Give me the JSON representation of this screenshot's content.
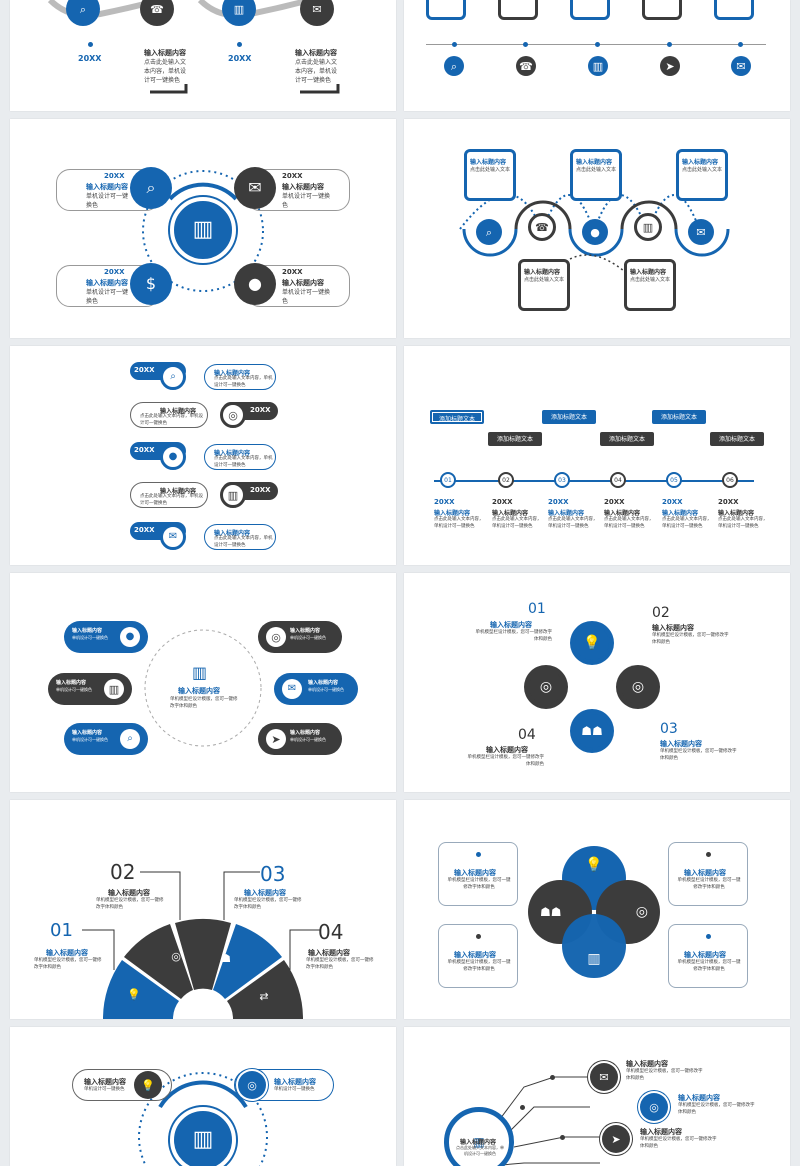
{
  "colors": {
    "accent": "#1565b0",
    "dark": "#3c3c3c",
    "background": "#e9ecef"
  },
  "text": {
    "year": "20XX",
    "title": "输入标题内容",
    "body_a": "点击此处输入文本内容，单机设计可一键换色",
    "body_b": "点击此处输入文本",
    "body_c": "单机设计可一键换色",
    "body_d": "单机模型栏设计模版，您可一键修改字体和颜色",
    "body_e": "单机模型栏设计模板，您可一键修改字体和颜色",
    "body_f": "单机模型栏设计模板，",
    "body_g": "您可一键修改字体和颜色",
    "body_h": "点击此处输入文本内容，单机设计可一键换色",
    "tag": "添加标题文本"
  },
  "numbers": {
    "n01": "01",
    "n02": "02",
    "n03": "03",
    "n04": "04",
    "n05": "05",
    "n06": "06"
  },
  "icons": {
    "search": "search-icon",
    "phone": "phone-icon",
    "chart": "chart-icon",
    "mail": "mail-icon",
    "send": "send-icon",
    "user": "user-icon",
    "money": "money-icon",
    "target": "target-icon",
    "bulb": "bulb-icon",
    "team": "team-icon",
    "handshake": "handshake-icon",
    "coins": "coins-icon"
  }
}
